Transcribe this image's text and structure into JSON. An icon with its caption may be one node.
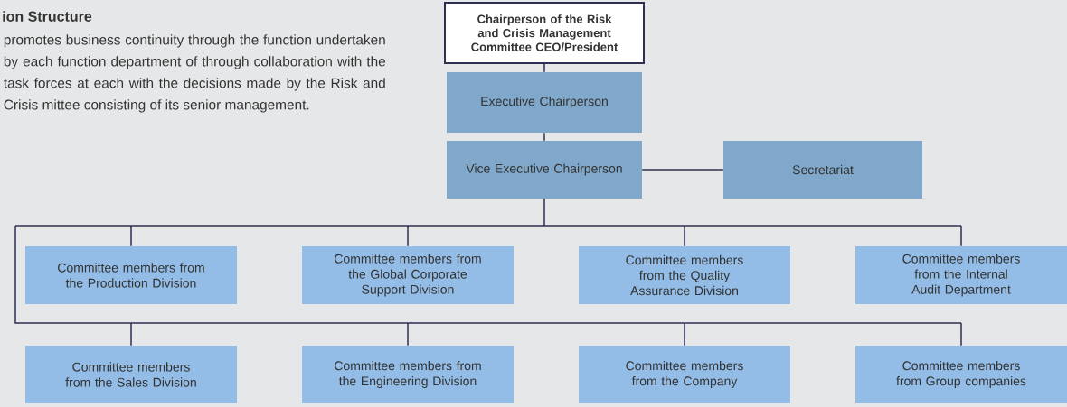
{
  "diagram": {
    "title": "ion Structure",
    "nodes": [
      {
        "text": [
          "Chairperson of the Risk and Crisis Management Committee CEO/President"
        ]
      },
      {
        "text": [
          "Executive Chairperson"
        ]
      },
      {
        "text": [
          "Vice Executive Chairperson"
        ]
      },
      {
        "text": [
          "Secretariat"
        ]
      },
      {
        "text": [
          "Committee members from the Production Division"
        ]
      },
      {
        "text": [
          "Committee members from the Global Corporate Support Division"
        ]
      },
      {
        "text": [
          "Committee members from the Quality Assurance Division"
        ]
      },
      {
        "text": [
          "Committee members from the Internal Audit Department"
        ]
      },
      {
        "text": [
          "Committee members from the Sales Division"
        ]
      },
      {
        "text": [
          "Committee members from the Engineering Division"
        ]
      },
      {
        "text": [
          "Committee members from the Company"
        ]
      },
      {
        "text": [
          "Committee members from Group companies"
        ]
      }
    ],
    "edges": [
      {
        "from": 0,
        "to": 1,
        "arrow": "none"
      },
      {
        "from": 1,
        "to": 2,
        "arrow": "none"
      },
      {
        "from": 2,
        "to": 3,
        "arrow": "none"
      },
      {
        "from": 2,
        "to": 4,
        "arrow": "none"
      },
      {
        "from": 2,
        "to": 5,
        "arrow": "none"
      },
      {
        "from": 2,
        "to": 6,
        "arrow": "none"
      },
      {
        "from": 2,
        "to": 7,
        "arrow": "none"
      },
      {
        "from": 2,
        "to": 8,
        "arrow": "none"
      },
      {
        "from": 2,
        "to": 9,
        "arrow": "none"
      },
      {
        "from": 2,
        "to": 10,
        "arrow": "none"
      },
      {
        "from": 2,
        "to": 11,
        "arrow": "none"
      }
    ],
    "labels": [
      "promotes business continuity through the function undertaken by each function department of through collaboration with the task forces at each with the decisions made by the Risk and Crisis mittee consisting of its senior management."
    ]
  }
}
